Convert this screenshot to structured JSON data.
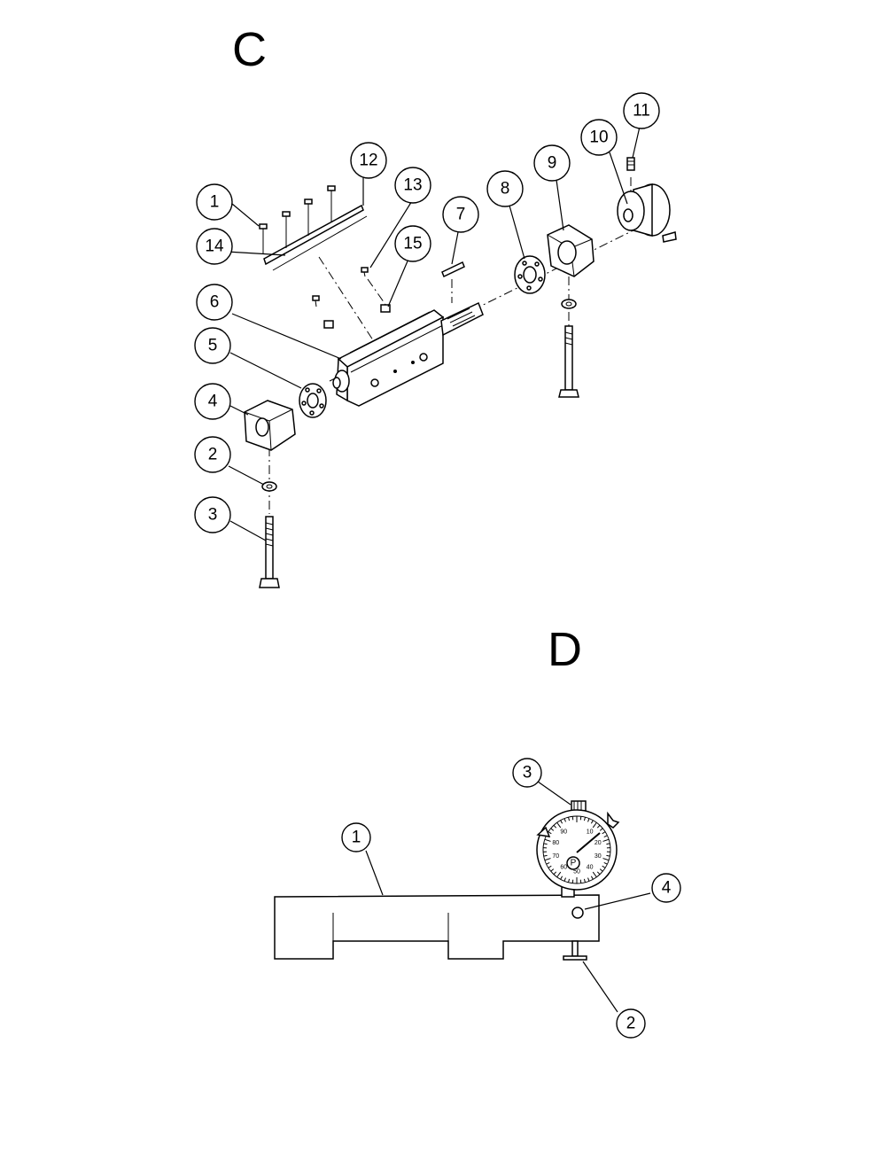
{
  "sections": {
    "c": {
      "label": "C"
    },
    "d": {
      "label": "D"
    }
  },
  "callouts_c": [
    "1",
    "2",
    "3",
    "4",
    "5",
    "6",
    "7",
    "8",
    "9",
    "10",
    "11",
    "12",
    "13",
    "14",
    "15"
  ],
  "callouts_d": [
    "1",
    "2",
    "3",
    "4"
  ],
  "dial": {
    "numbers": [
      "10",
      "20",
      "30",
      "40",
      "50",
      "60",
      "70",
      "80",
      "90"
    ],
    "center_label": "P"
  }
}
